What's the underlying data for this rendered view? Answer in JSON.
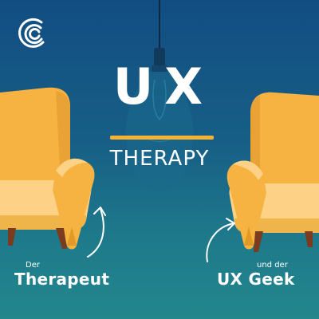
{
  "title": {
    "main": "UX",
    "sub": "THERAPY"
  },
  "left_caption": {
    "small": "Der",
    "big": "Therapeut"
  },
  "right_caption": {
    "small": "und der",
    "big": "UX Geek"
  },
  "logo": {
    "icon": "wave-logo-icon"
  },
  "colors": {
    "accent": "#f6b233",
    "chair_main": "#f7b341",
    "chair_light": "#fdd287",
    "chair_shade": "#e29a26",
    "leg": "#7a3b1e",
    "text": "#ffffff"
  }
}
